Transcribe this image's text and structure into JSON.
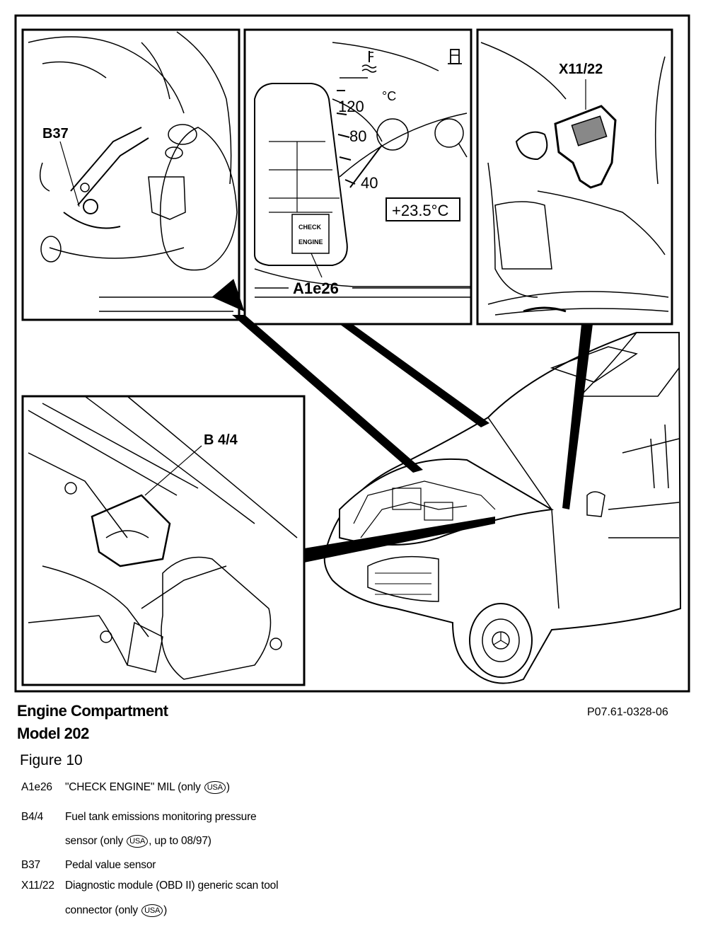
{
  "labels": {
    "b37": "B37",
    "a1e26": "A1e26",
    "x11_22": "X11/22",
    "b4_4": "B 4/4",
    "gauge_120": "120",
    "gauge_80": "80",
    "gauge_40": "40",
    "gauge_unit": "°C",
    "temp_display": "+23.5°C",
    "check": "CHECK",
    "engine": "ENGINE"
  },
  "caption": {
    "title_line1": "Engine Compartment",
    "title_line2": "Model 202",
    "figure": "Figure 10",
    "reference": "P07.61-0328-06"
  },
  "legend": [
    {
      "code": "A1e26",
      "text": "\"CHECK ENGINE\" MIL (only",
      "badge": "USA",
      "after": ")"
    },
    {
      "code": "B4/4",
      "text": "Fuel tank emissions monitoring pressure"
    },
    {
      "code": "",
      "text": "sensor (only",
      "badge": "USA",
      "after": ", up to 08/97)"
    },
    {
      "code": "B37",
      "text": "Pedal value sensor"
    },
    {
      "code": "X11/22",
      "text": "Diagnostic module (OBD II) generic scan tool"
    },
    {
      "code": "",
      "text": "connector (only",
      "badge": "USA",
      "after": ")"
    }
  ]
}
